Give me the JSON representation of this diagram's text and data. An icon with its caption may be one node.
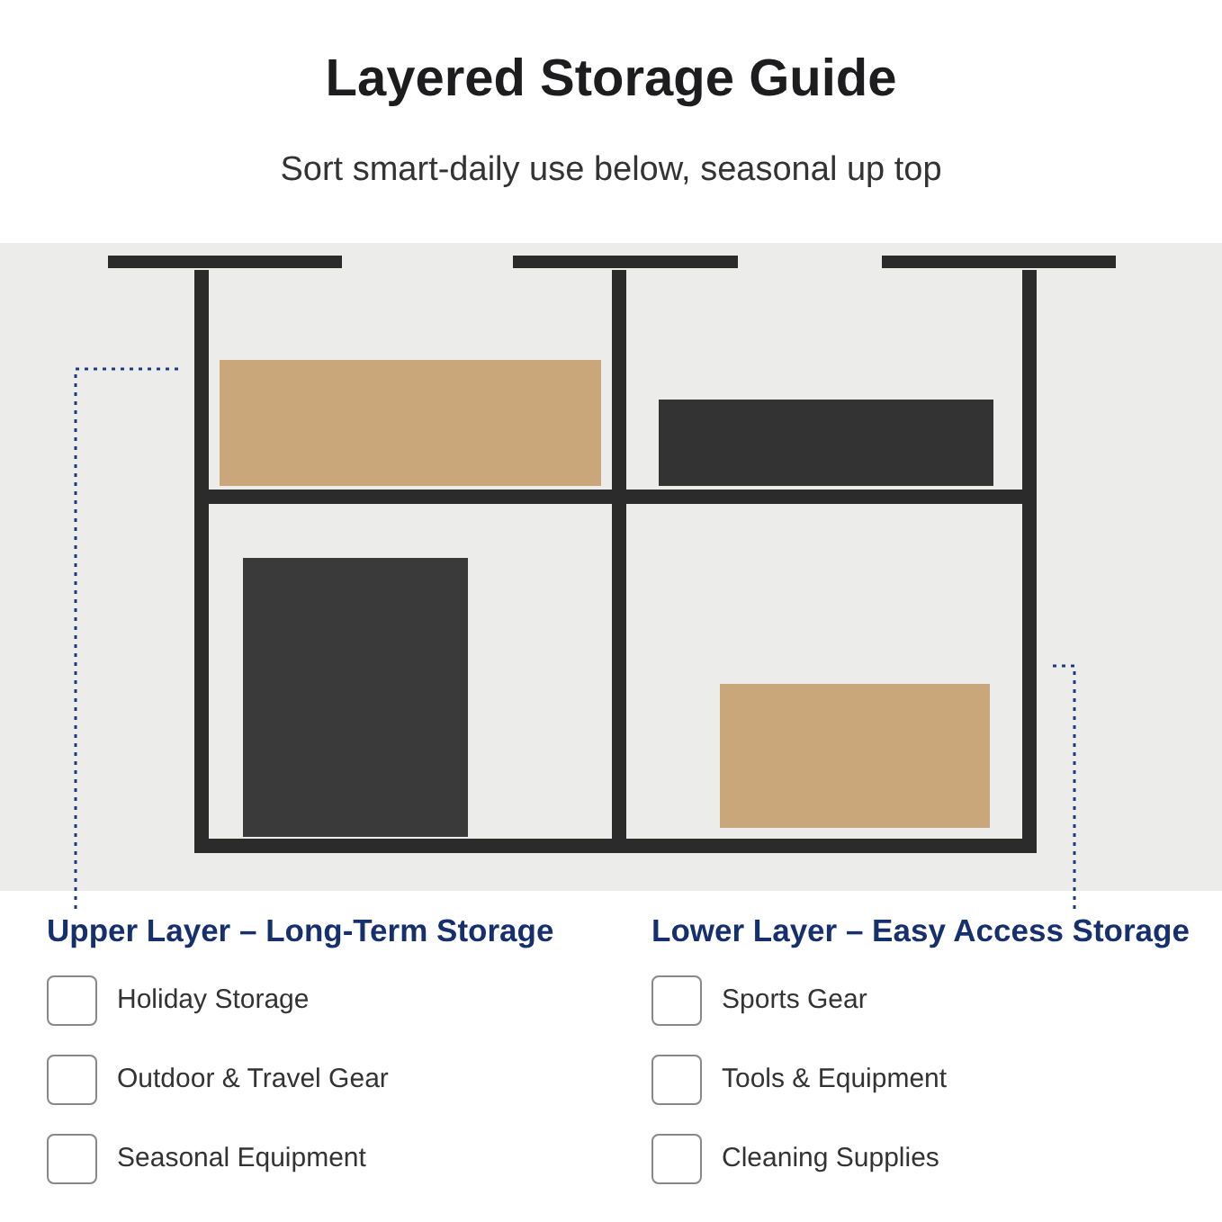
{
  "diagram": {
    "title": "Layered Storage Guide",
    "caption": "Sort smart-daily use below, seasonal up top",
    "nodes": [
      {
        "text": [],
        "shape": "picture"
      },
      {
        "text": [
          "Upper Layer – Long-Term Storage"
        ]
      },
      {
        "text": [
          "Lower Layer – Easy Access Storage"
        ]
      }
    ],
    "edges": [
      {
        "from": 1,
        "to": 0,
        "arrow": "none",
        "style": "dashed"
      },
      {
        "from": 2,
        "to": 0,
        "arrow": "none",
        "style": "dashed"
      }
    ],
    "labels": [
      "Holiday Storage",
      "Outdoor & Travel Gear",
      "Seasonal Equipment",
      "Sports Gear",
      "Tools & Equipment",
      "Cleaning Supplies"
    ]
  }
}
